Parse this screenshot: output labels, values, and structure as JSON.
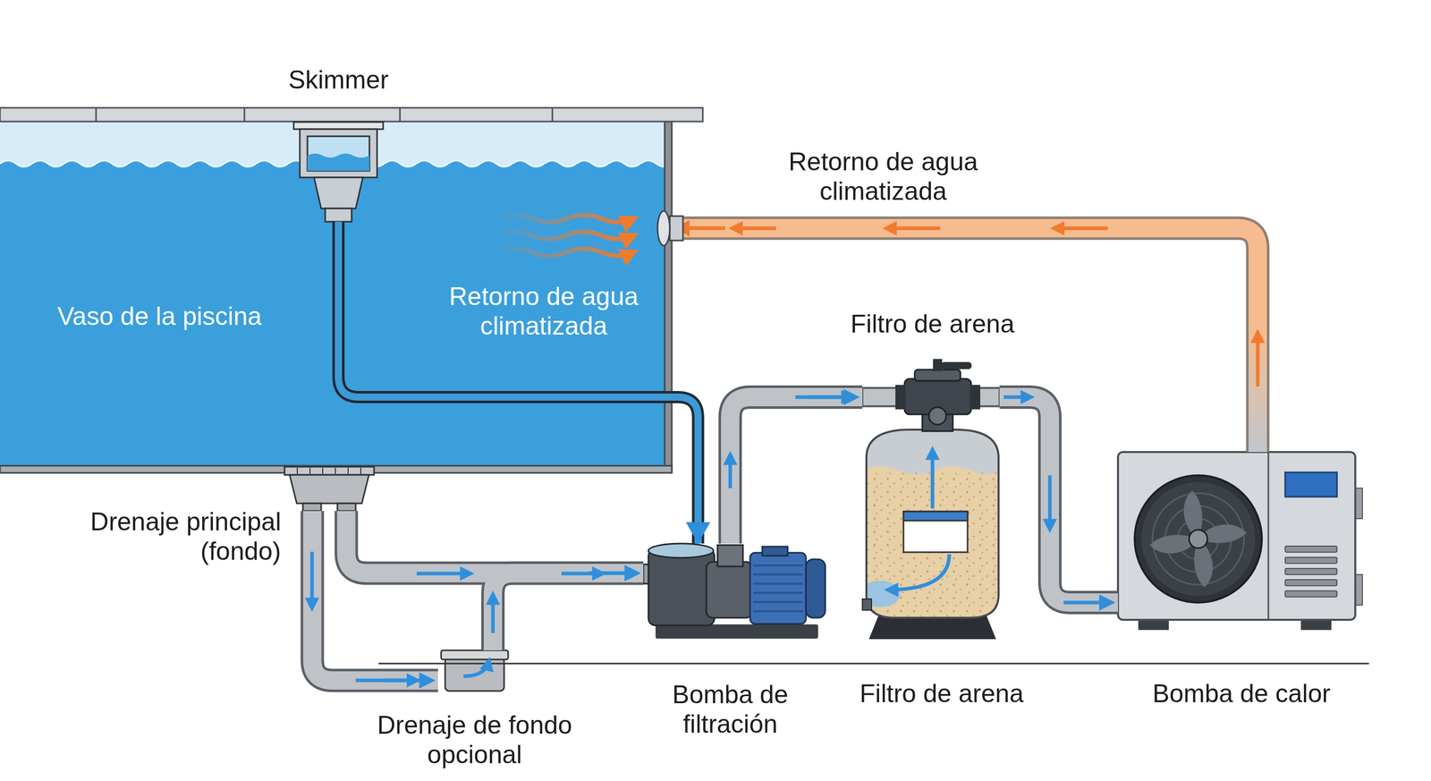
{
  "diagram": {
    "nodes": [
      {
        "text": [
          "Vaso de la piscina"
        ]
      },
      {
        "text": [
          "Skimmer"
        ],
        "in": 0
      },
      {
        "text": [
          "Drenaje principal (fondo)"
        ]
      },
      {
        "text": [
          "Drenaje de fondo opcional"
        ]
      },
      {
        "text": [
          "Bomba de filtración"
        ]
      },
      {
        "text": [
          "Filtro de arena",
          "Filtro de arena"
        ]
      },
      {
        "text": [
          "Bomba de calor"
        ]
      }
    ],
    "edges": [
      {
        "from": 1,
        "to": 4,
        "arrow": "to"
      },
      {
        "from": 2,
        "to": 4,
        "arrow": "to"
      },
      {
        "from": 2,
        "to": 3,
        "arrow": "to"
      },
      {
        "from": 3,
        "to": 4,
        "arrow": "to"
      },
      {
        "from": 4,
        "to": 5,
        "arrow": "to"
      },
      {
        "from": 5,
        "to": 6,
        "arrow": "to"
      },
      {
        "from": 6,
        "to": 0,
        "label": "Retorno de agua climatizada",
        "arrow": "to"
      }
    ],
    "labels": [
      "Retorno de agua climatizada"
    ]
  }
}
